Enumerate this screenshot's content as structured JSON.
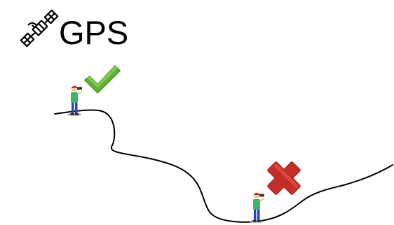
{
  "logo": {
    "icon": "satellite-icon",
    "text": "GPS"
  },
  "indicators": {
    "top": {
      "icon": "checkmark-icon",
      "status": "good",
      "color": "#6bbf3a"
    },
    "valley": {
      "icon": "cross-icon",
      "status": "bad",
      "color": "#d0302c"
    }
  },
  "figures": [
    {
      "icon": "person-with-binoculars-icon",
      "location": "hilltop"
    },
    {
      "icon": "person-with-binoculars-icon",
      "location": "valley"
    }
  ],
  "terrain": {
    "icon": "terrain-profile-line",
    "color": "#000000"
  }
}
